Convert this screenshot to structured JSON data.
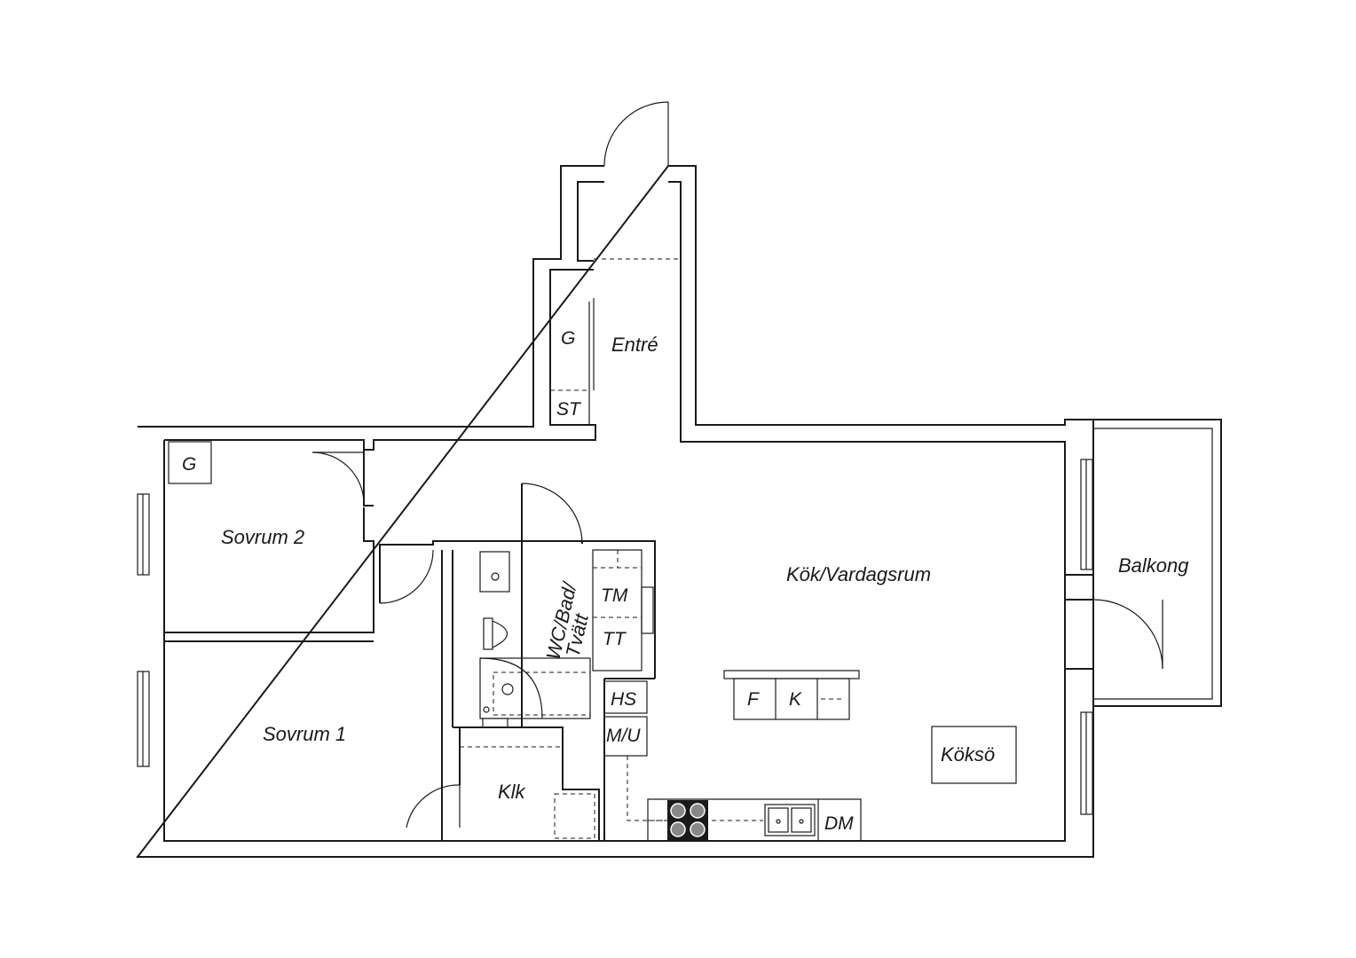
{
  "rooms": {
    "entre": "Entré",
    "sovrum2": "Sovrum 2",
    "sovrum1": "Sovrum 1",
    "kok_vardagsrum": "Kök/Vardagsrum",
    "balkong": "Balkong",
    "klk": "Klk",
    "wc_line1": "WC/Bad/",
    "wc_line2": "Tvätt",
    "koksoe": "Köksö"
  },
  "fixtures": {
    "g_entre": "G",
    "st": "ST",
    "g_sovrum2": "G",
    "tm": "TM",
    "tt": "TT",
    "hs": "HS",
    "mu": "M/U",
    "f": "F",
    "k": "K",
    "dm": "DM"
  }
}
